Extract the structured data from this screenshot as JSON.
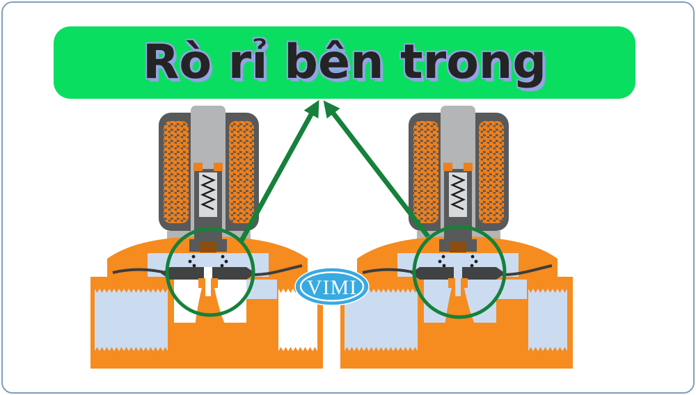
{
  "banner": {
    "label": "Rò rỉ bên trong",
    "bg_color": "#0ade60",
    "text_color": "#242424",
    "outline_color": "#95a3e6"
  },
  "logo": {
    "text": "VIMI",
    "color": "#38a9e1"
  },
  "frame": {
    "border_color": "#7f9dbd",
    "background_color": "#ffffff"
  },
  "annotation": {
    "highlight_color": "#15813a"
  },
  "diagram": {
    "palette": {
      "body_orange": "#f68b1f",
      "fluid_blue": "#cbdcf1",
      "coil_dark": "#58595b",
      "metal_gray": "#b3b5b7",
      "winding_orange": "#ef7f1a",
      "seal_brown": "#8b4d10",
      "diaphragm_dark": "#414243",
      "spring_black": "#1d1d1d"
    },
    "valves": [
      {
        "id": "solenoid-valve-left",
        "lower_chamber_has_fluid": false
      },
      {
        "id": "solenoid-valve-right",
        "lower_chamber_has_fluid": true
      }
    ]
  }
}
